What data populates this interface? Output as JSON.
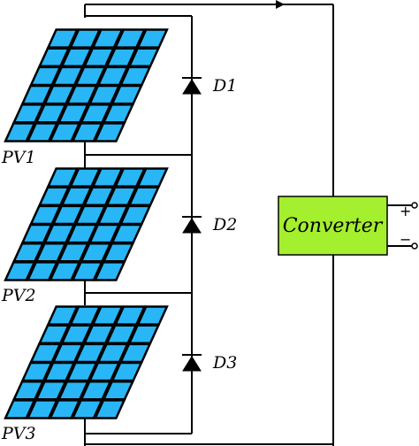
{
  "panels": [
    {
      "label": "PV1"
    },
    {
      "label": "PV2"
    },
    {
      "label": "PV3"
    }
  ],
  "diodes": [
    {
      "label": "D1"
    },
    {
      "label": "D2"
    },
    {
      "label": "D3"
    }
  ],
  "converter": {
    "label": "Converter",
    "fill": "#a4ef2e"
  },
  "terminals": {
    "plus": "+",
    "minus": "−"
  },
  "colors": {
    "panel_cell": "#29b6f6",
    "wire": "#000000"
  }
}
